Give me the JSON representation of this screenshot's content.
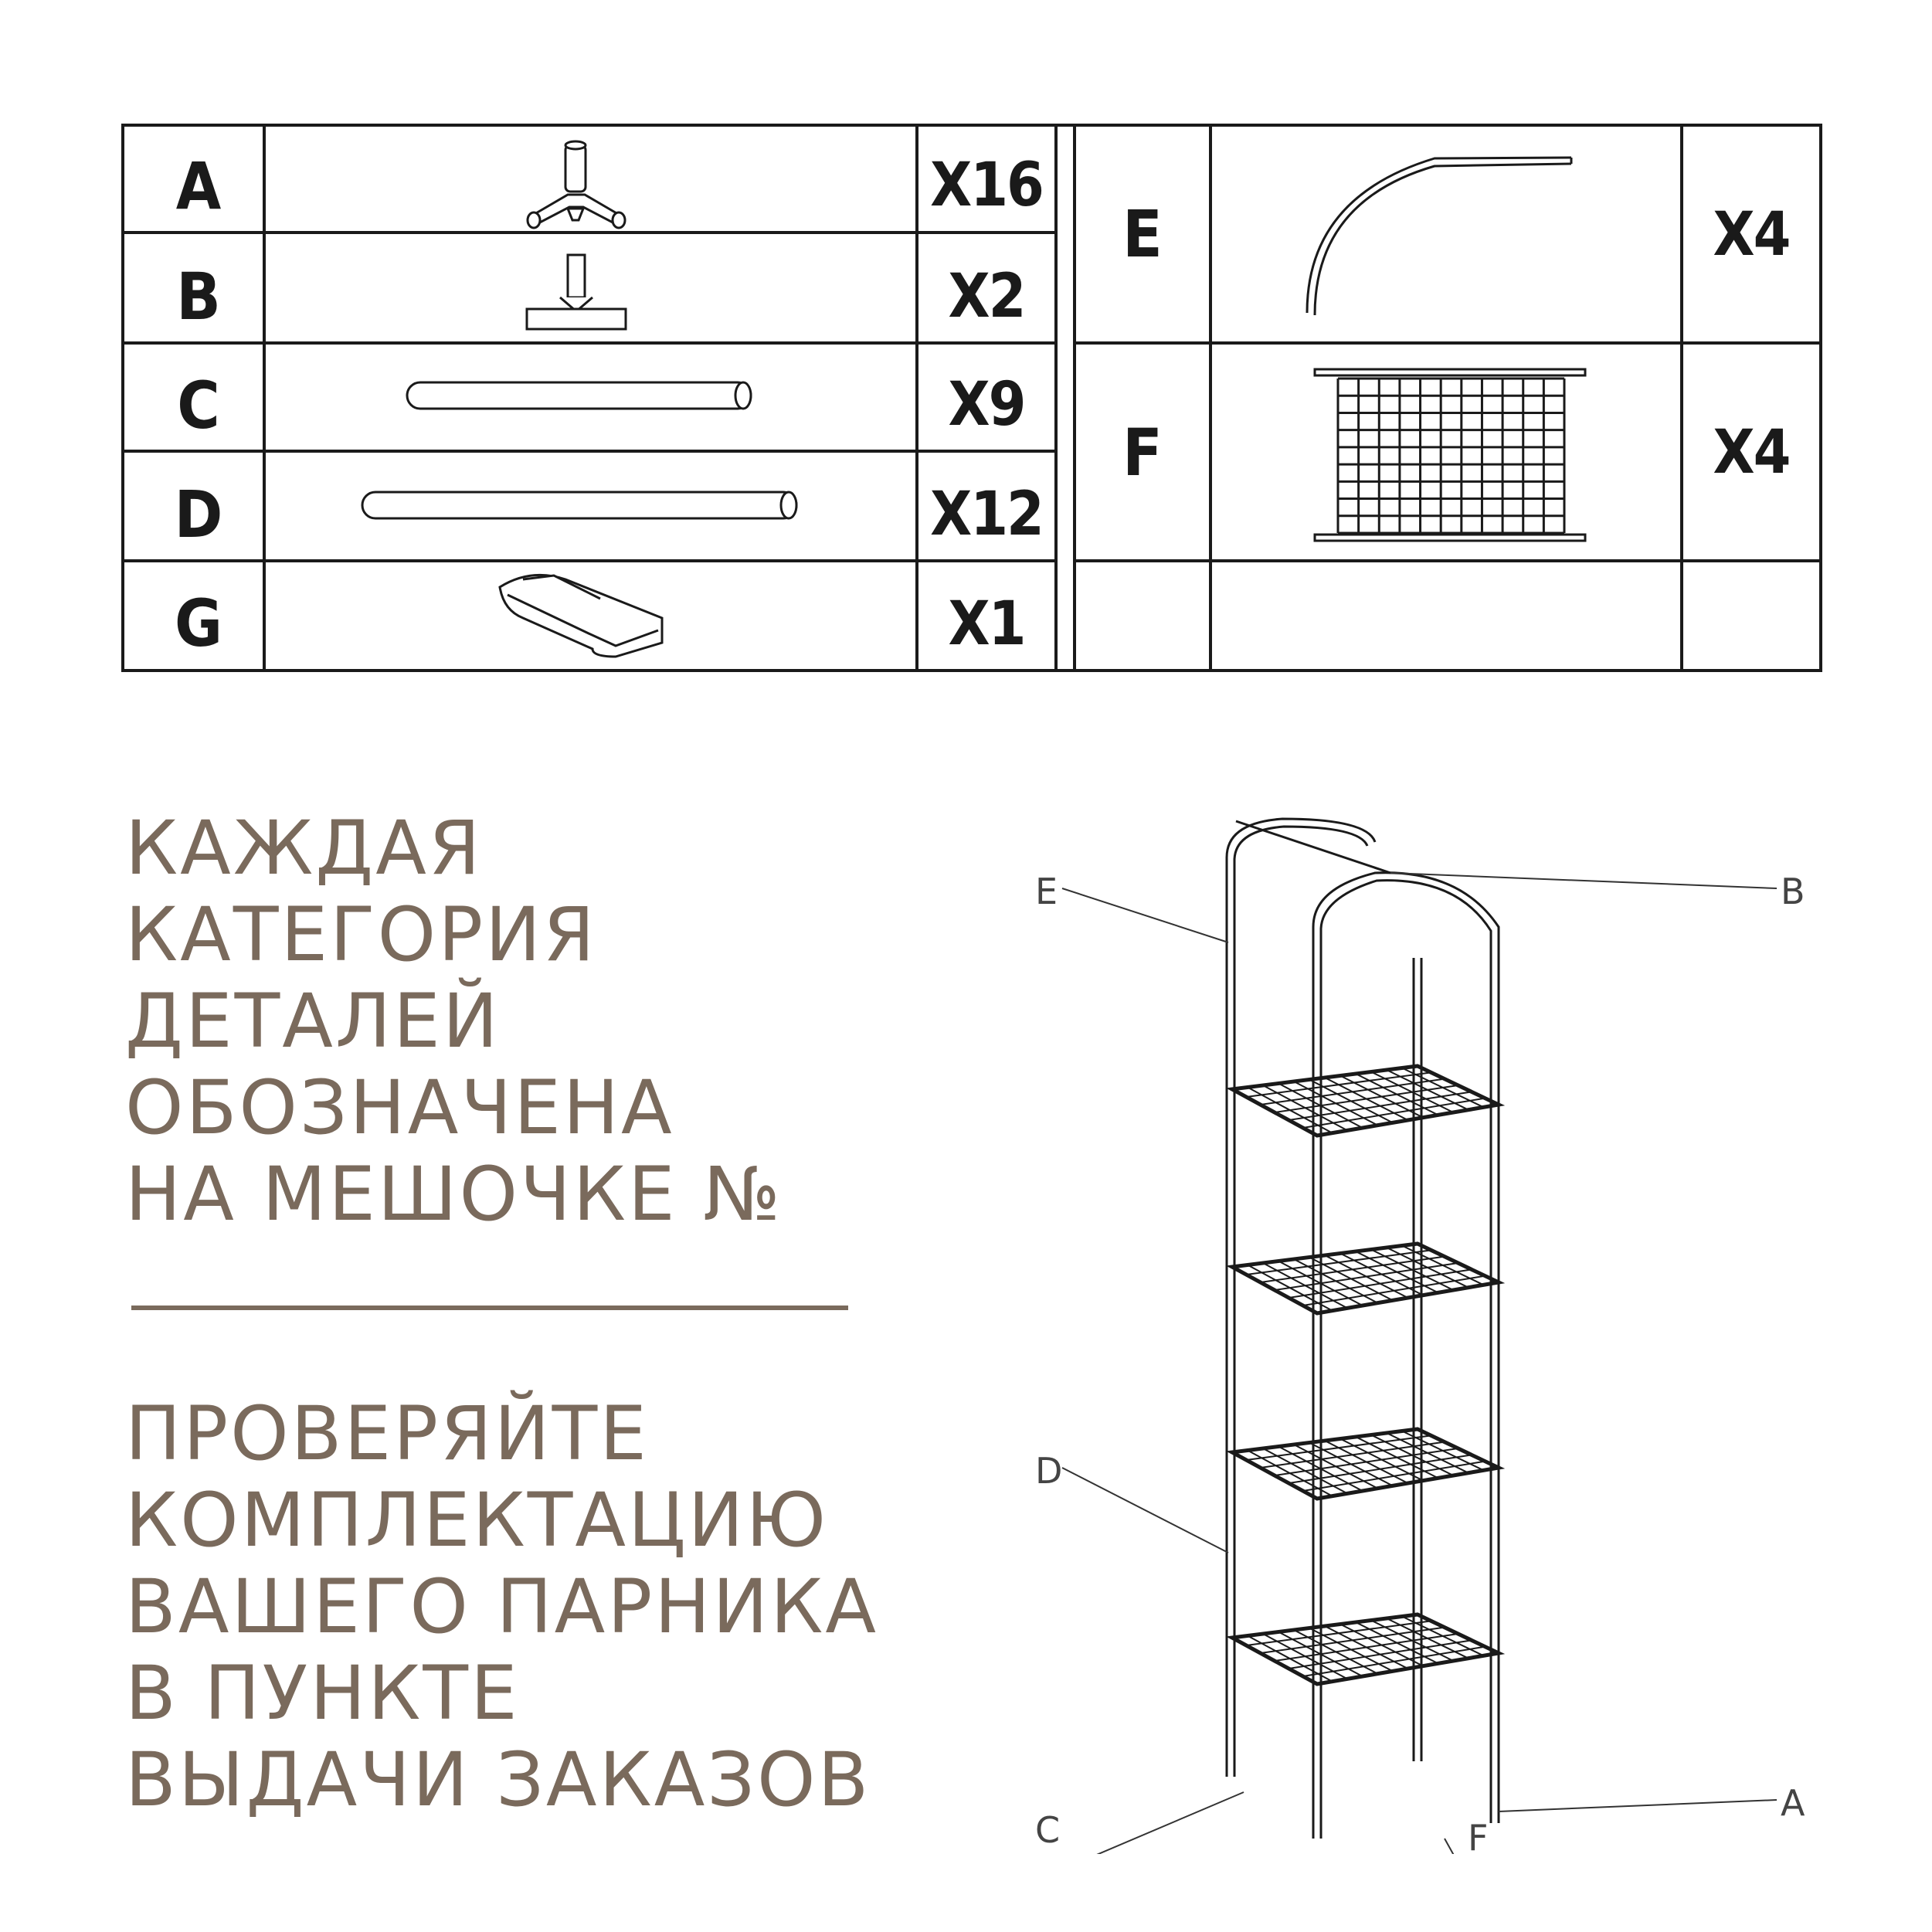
{
  "parts_left": [
    {
      "letter": "A",
      "qty": "X16",
      "icon": "three-way-connector-icon"
    },
    {
      "letter": "B",
      "qty": "X2",
      "icon": "t-connector-icon"
    },
    {
      "letter": "C",
      "qty": "X9",
      "icon": "short-tube-icon"
    },
    {
      "letter": "D",
      "qty": "X12",
      "icon": "long-tube-icon"
    },
    {
      "letter": "G",
      "qty": "X1",
      "icon": "cover-bag-icon"
    }
  ],
  "parts_right": [
    {
      "letter": "E",
      "qty": "X4",
      "icon": "arch-tube-icon"
    },
    {
      "letter": "F",
      "qty": "X4",
      "icon": "wire-shelf-icon"
    }
  ],
  "message_top": [
    "КАЖДАЯ",
    "КАТЕГОРИЯ",
    "ДЕТАЛЕЙ",
    "ОБОЗНАЧЕНА",
    "НА МЕШОЧКЕ №"
  ],
  "message_bottom": [
    "ПРОВЕРЯЙТЕ",
    "КОМПЛЕКТАЦИЮ",
    "ВАШЕГО ПАРНИКА",
    "В ПУНКТЕ",
    "ВЫДАЧИ ЗАКАЗОВ"
  ],
  "callouts": {
    "e": "E",
    "b": "B",
    "d": "D",
    "a": "A",
    "c": "C",
    "f": "F"
  },
  "colors": {
    "text_brown": "#7a6a5c",
    "line": "#1a1a1a"
  }
}
